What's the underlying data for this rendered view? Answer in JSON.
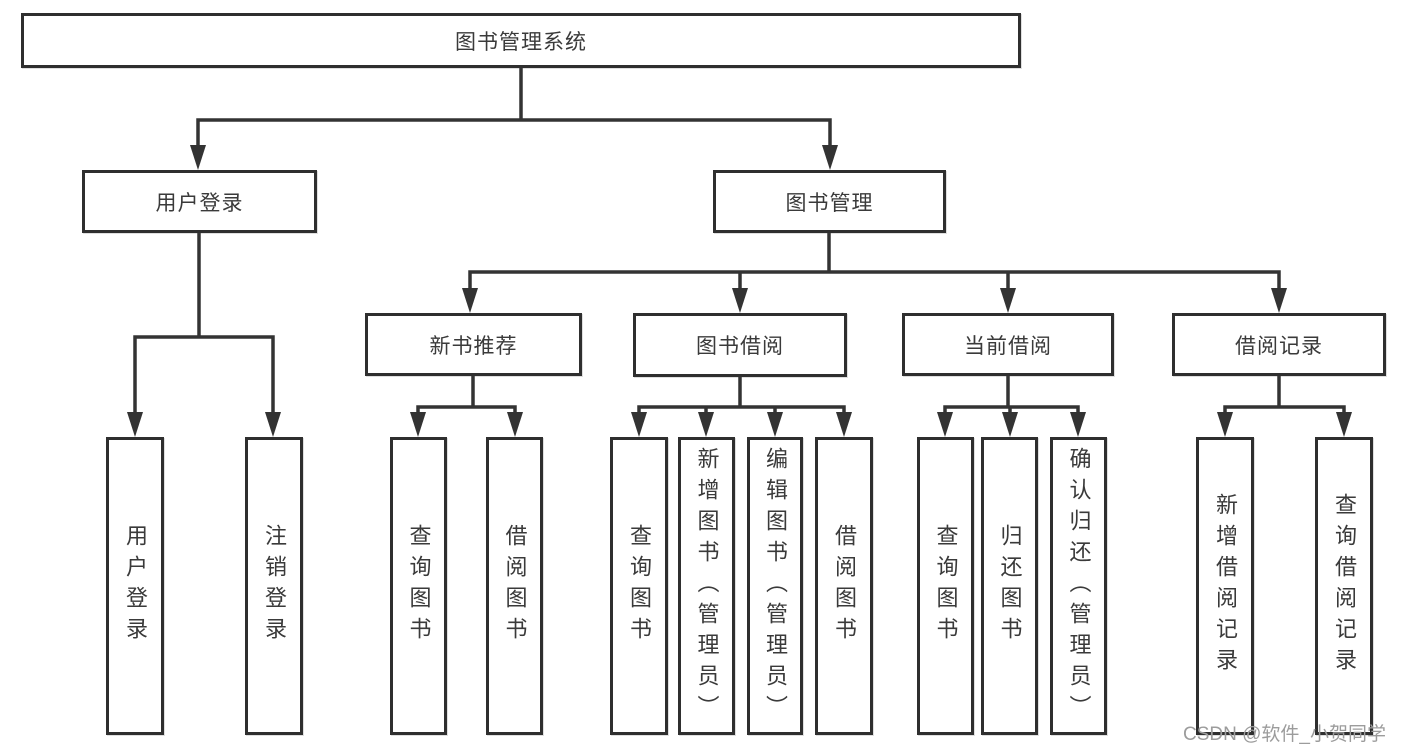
{
  "tree": {
    "root": {
      "label": "图书管理系统"
    },
    "branches": [
      {
        "label": "用户登录",
        "children": [
          "用户登录",
          "注销登录"
        ]
      },
      {
        "label": "图书管理",
        "groups": [
          {
            "label": "新书推荐",
            "children": [
              "查询图书",
              "借阅图书"
            ]
          },
          {
            "label": "图书借阅",
            "children": [
              "查询图书",
              "新增图书（管理员）",
              "编辑图书（管理员）",
              "借阅图书"
            ]
          },
          {
            "label": "当前借阅",
            "children": [
              "查询图书",
              "归还图书",
              "确认归还（管理员）"
            ]
          },
          {
            "label": "借阅记录",
            "children": [
              "新增借阅记录",
              "查询借阅记录"
            ]
          }
        ]
      }
    ]
  },
  "watermark": "CSDN @软件_小贺同学",
  "colors": {
    "line": "#333333",
    "box_border": "#2f2f2f",
    "text": "#3a3a3a",
    "watermark": "#9c9c9c",
    "background": "#ffffff"
  }
}
